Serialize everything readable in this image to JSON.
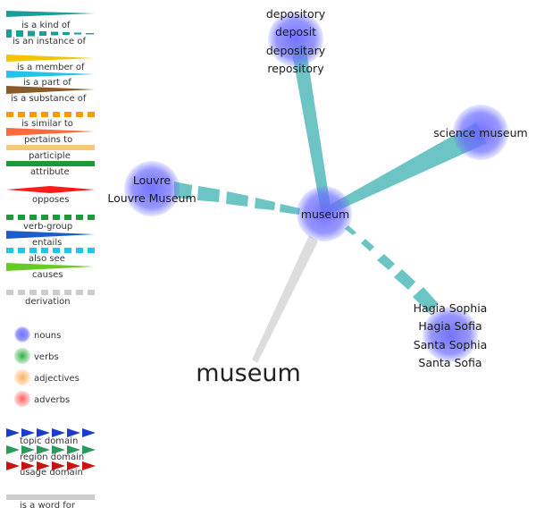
{
  "legend": {
    "relations": [
      {
        "label": "is a kind of",
        "style": "wedge",
        "color": "#1b9e9a"
      },
      {
        "label": "is an instance of",
        "style": "dashed-wedge",
        "color": "#1b9e9a"
      },
      {
        "label": "is a member of",
        "style": "wedge",
        "color": "#f5c400"
      },
      {
        "label": "is a part of",
        "style": "wedge",
        "color": "#22c4e8"
      },
      {
        "label": "is a substance of",
        "style": "wedge",
        "color": "#8b5a2b"
      },
      {
        "label": "is similar to",
        "style": "dashed",
        "color": "#ff9900"
      },
      {
        "label": "pertains to",
        "style": "wedge",
        "color": "#ff6a3d"
      },
      {
        "label": "participle",
        "style": "bar",
        "color": "#f7c87a"
      },
      {
        "label": "attribute",
        "style": "bar",
        "color": "#1a9a3a"
      },
      {
        "label": "opposes",
        "style": "diamond",
        "color": "#ff1a1a"
      },
      {
        "label": "verb-group",
        "style": "dashed",
        "color": "#1a9a3a"
      },
      {
        "label": "entails",
        "style": "wedge",
        "color": "#1a5cc8"
      },
      {
        "label": "also see",
        "style": "dashed",
        "color": "#22c4e8"
      },
      {
        "label": "causes",
        "style": "wedge",
        "color": "#66cc22"
      },
      {
        "label": "derivation",
        "style": "dashed",
        "color": "#cccccc"
      }
    ],
    "pos": [
      {
        "label": "nouns",
        "color": "#6b6bff"
      },
      {
        "label": "verbs",
        "color": "#22aa33"
      },
      {
        "label": "adjectives",
        "color": "#ffaa55"
      },
      {
        "label": "adverbs",
        "color": "#ff5555"
      }
    ],
    "domains": [
      {
        "label": "topic domain",
        "color": "#1a3ccc"
      },
      {
        "label": "region domain",
        "color": "#2a9a5a"
      },
      {
        "label": "usage domain",
        "color": "#cc1111"
      }
    ],
    "word_for": {
      "label": "is a word for",
      "color": "#cccccc"
    }
  },
  "graph": {
    "edge_color": "#6cc4c4",
    "word_edge_color": "#dddddd",
    "node_color": "#6b6bff",
    "center": {
      "labels": [
        "museum"
      ]
    },
    "word": "museum",
    "nodes": [
      {
        "id": "depository",
        "labels": [
          "depository",
          "deposit",
          "depositary",
          "repository"
        ]
      },
      {
        "id": "science-museum",
        "labels": [
          "science museum"
        ]
      },
      {
        "id": "louvre",
        "labels": [
          "Louvre",
          "Louvre Museum"
        ]
      },
      {
        "id": "hagia-sophia",
        "labels": [
          "Hagia Sophia",
          "Hagia Sofia",
          "Santa Sophia",
          "Santa Sofia"
        ]
      }
    ]
  }
}
